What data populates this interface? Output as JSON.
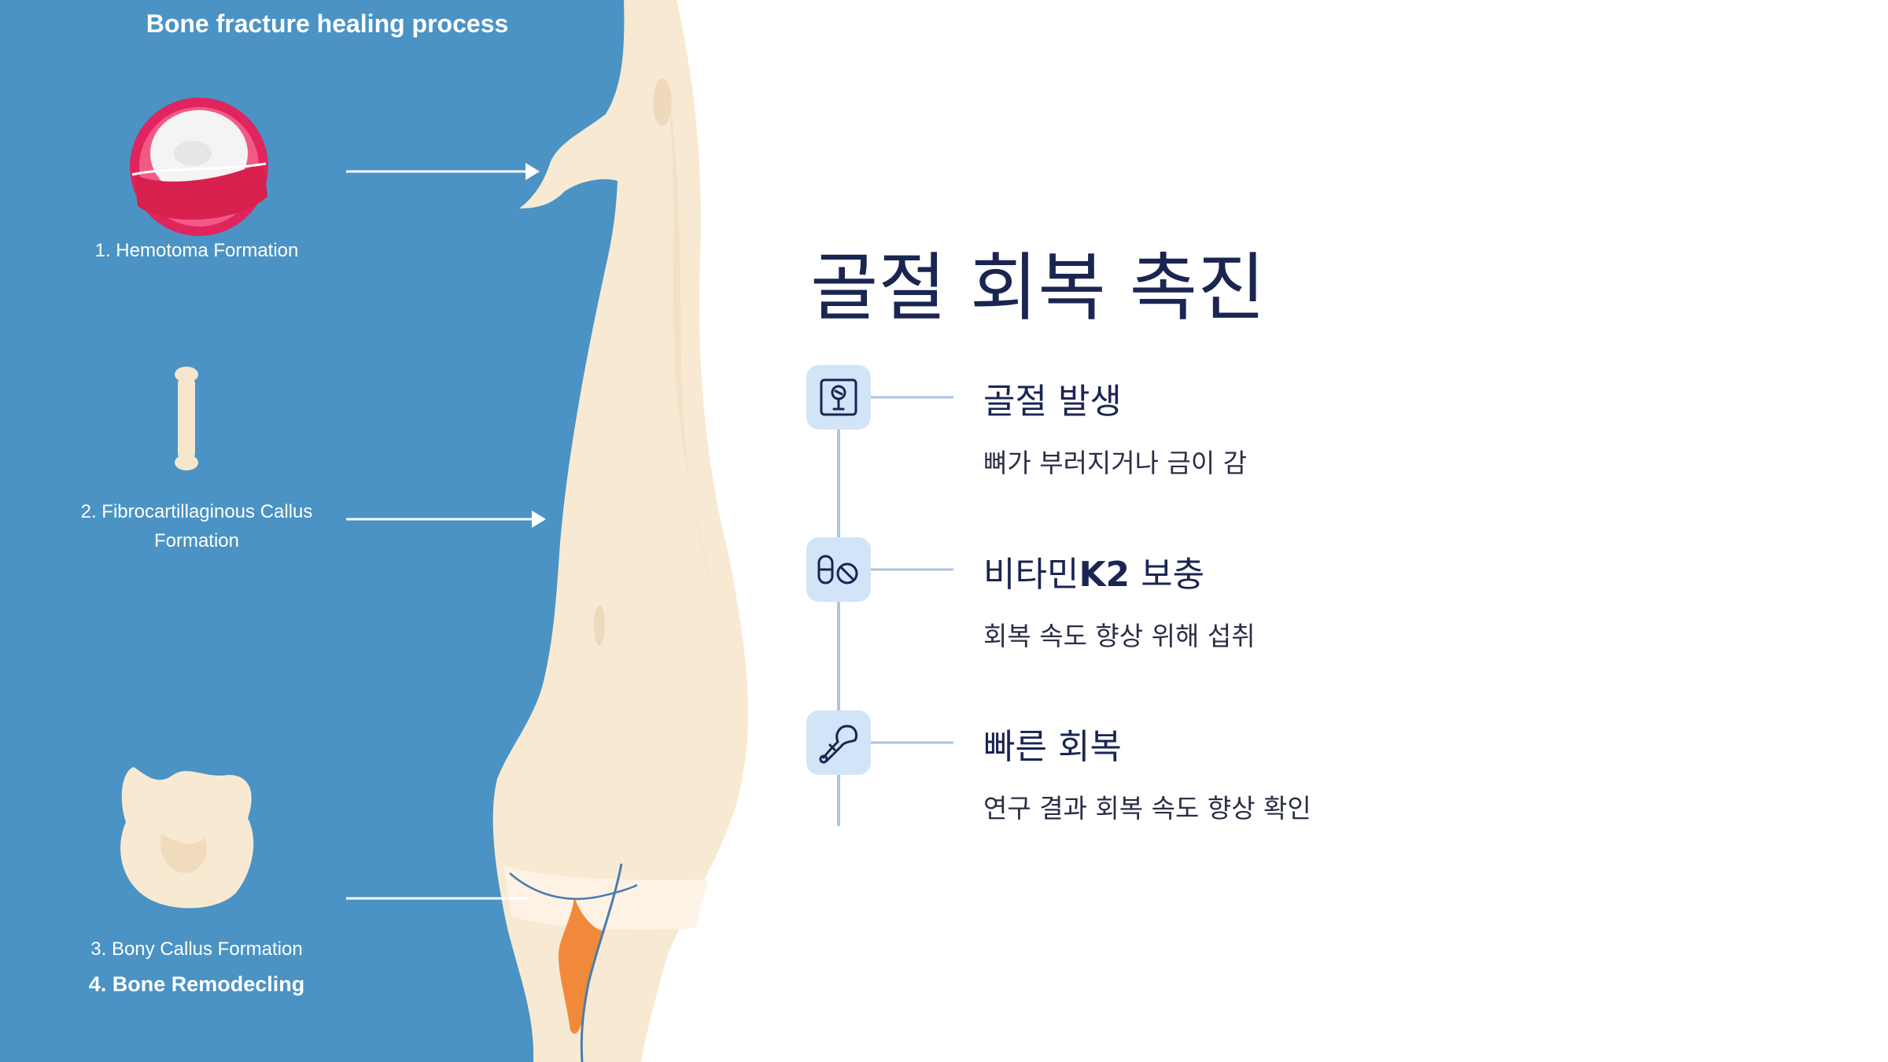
{
  "left_panel": {
    "title": "Bone fracture healing process",
    "stages": [
      {
        "label": "1.  Hemotoma Formation"
      },
      {
        "label": "2.  Fibrocartillaginous Callus Formation"
      },
      {
        "label": "3. Bony Callus Formation"
      },
      {
        "label": "4.  Bone Remodecling"
      }
    ]
  },
  "main": {
    "heading": "골절 회복 촉진",
    "steps": [
      {
        "title": "골절 발생",
        "description": "뼈가 부러지거나 금이 감",
        "icon": "bone-xray-icon"
      },
      {
        "title_prefix": "비타민",
        "title_strong": "K2",
        "title_suffix": " 보충",
        "description": "회복 속도 향상 위해 섭취",
        "icon": "pill-capsule-icon"
      },
      {
        "title": "빠른 회복",
        "description": "연구 결과 회복 속도 향상 확인",
        "icon": "healing-bone-icon"
      }
    ]
  },
  "colors": {
    "panel_blue": "#4a93c4",
    "bone_cream": "#f8e9d3",
    "heading_navy": "#1a2552",
    "icon_bg": "#d2e4f8",
    "timeline_line": "#a9c6e2",
    "hematoma_red": "#e0245e"
  }
}
